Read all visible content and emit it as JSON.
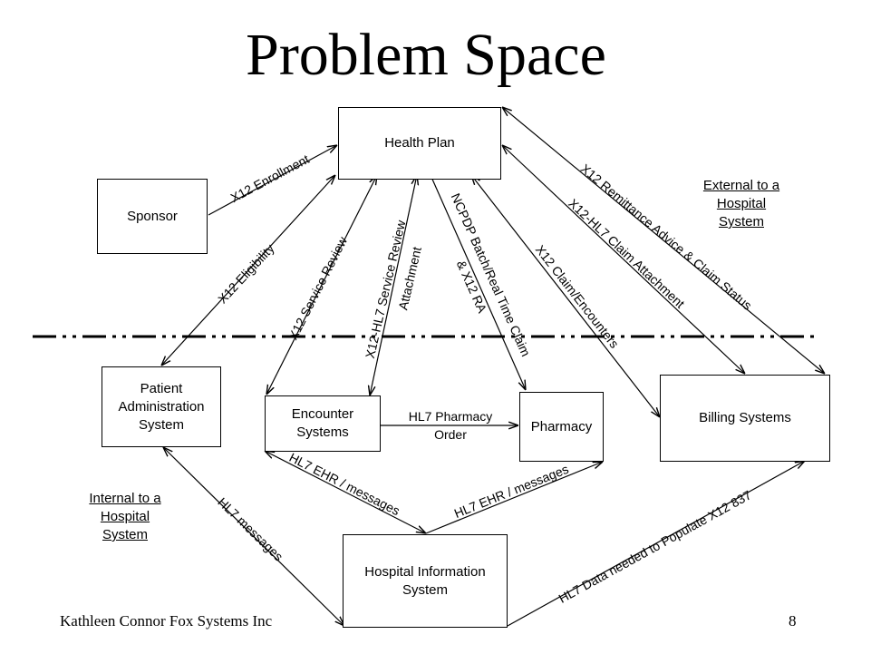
{
  "title": "Problem Space",
  "nodes": {
    "health_plan": "Health Plan",
    "sponsor": "Sponsor",
    "patient_admin": "Patient\nAdministration\nSystem",
    "encounter": "Encounter\nSystems",
    "pharmacy": "Pharmacy",
    "billing": "Billing Systems",
    "his": "Hospital Information\nSystem"
  },
  "notes": {
    "external": "External to a\nHospital\nSystem",
    "internal": "Internal to a\nHospital\nSystem"
  },
  "edges": {
    "enrollment": "X12 Enrollment",
    "eligibility": "X12 Eligibility",
    "service_review": "X12 Service Review",
    "hl7_service_review_1": "X12-HL7 Service Review",
    "hl7_service_review_2": "Attachment",
    "ncpdp_1": "NCPDP Batch/Real Time Claim",
    "ncpdp_2": "& X12 RA",
    "claim_encounters": "X12 Claim/Encounters",
    "claim_attachment": "X12-HL7 Claim Attachment",
    "remittance": "X12 Remittance Advice & Claim Status",
    "pharmacy_order_1": "HL7 Pharmacy",
    "pharmacy_order_2": "Order",
    "ehr_left": "HL7 EHR / messages",
    "ehr_right": "HL7 EHR / messages",
    "hl7_messages": "HL7 messages",
    "hl7_837": "HL7 Data needed to Populate X12 837"
  },
  "footer": {
    "author": "Kathleen Connor  Fox Systems Inc",
    "page": "8"
  }
}
